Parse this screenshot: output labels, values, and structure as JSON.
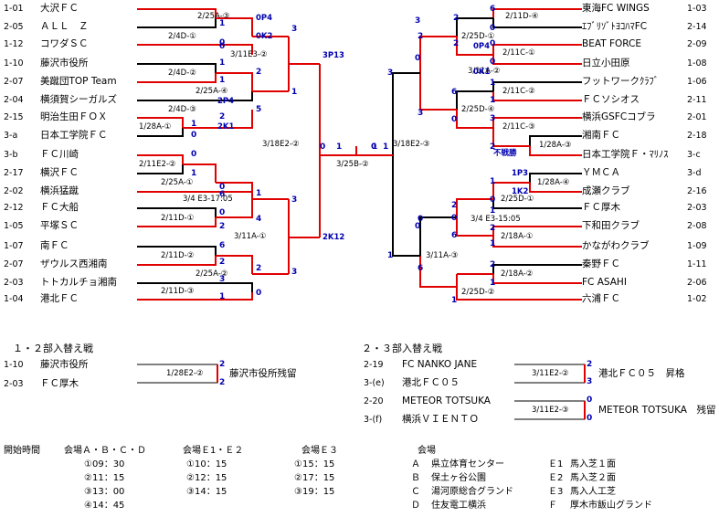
{
  "bracket_top": {
    "left_teams": [
      {
        "code": "1-01",
        "name": "大沢ＦＣ"
      },
      {
        "code": "2-05",
        "name": "ＡＬＬ　Ｚ"
      },
      {
        "code": "1-12",
        "name": "コワダＳＣ"
      },
      {
        "code": "1-10",
        "name": "藤沢市役所"
      },
      {
        "code": "2-07",
        "name": "美蹴団TOP Team"
      },
      {
        "code": "2-04",
        "name": "横須賀シーガルズ"
      },
      {
        "code": "2-15",
        "name": "明治生田ＦＯＸ"
      },
      {
        "code": "3-a",
        "name": "日本工学院ＦＣ"
      },
      {
        "code": "3-b",
        "name": "ＦＣ川崎"
      },
      {
        "code": "2-17",
        "name": "横沢ＦＣ"
      },
      {
        "code": "2-02",
        "name": "横浜猛蹴"
      },
      {
        "code": "2-12",
        "name": "ＦＣ大船"
      },
      {
        "code": "1-05",
        "name": "平塚ＳＣ"
      },
      {
        "code": "1-07",
        "name": "南ＦＣ"
      },
      {
        "code": "2-07",
        "name": "ザウルス西湘南"
      },
      {
        "code": "2-03",
        "name": "トトカルチョ湘南"
      },
      {
        "code": "1-04",
        "name": "港北ＦＣ"
      }
    ],
    "right_teams": [
      {
        "code": "1-03",
        "name": "東海FC WINGS"
      },
      {
        "code": "2-14",
        "name": "ｴﾌﾞﾘｿﾞﾄﾖｺﾊﾏFC"
      },
      {
        "code": "2-09",
        "name": "BEAT FORCE"
      },
      {
        "code": "1-08",
        "name": "日立小田原"
      },
      {
        "code": "1-06",
        "name": "フットワークｸﾗﾌﾞ"
      },
      {
        "code": "2-11",
        "name": "ＦＣソシオス"
      },
      {
        "code": "2-01",
        "name": "横浜GSFCコブラ"
      },
      {
        "code": "2-18",
        "name": "湘南ＦＣ"
      },
      {
        "code": "3-c",
        "name": "日本工学院Ｆ・ﾏﾘﾉｽ"
      },
      {
        "code": "3-d",
        "name": "ＹＭＣＡ"
      },
      {
        "code": "2-16",
        "name": "成瀬クラブ"
      },
      {
        "code": "2-03",
        "name": "ＦＣ厚木"
      },
      {
        "code": "2-08",
        "name": "下和田クラブ"
      },
      {
        "code": "1-09",
        "name": "かながわクラブ"
      },
      {
        "code": "1-11",
        "name": "秦野ＦＣ"
      },
      {
        "code": "2-06",
        "name": "FC ASAHI"
      },
      {
        "code": "1-02",
        "name": "六浦ＦＣ"
      }
    ],
    "match_notes": [
      "2/25A-③",
      "2/4D-①",
      "3/11E3-②",
      "2/4D-②",
      "2/25A-④",
      "2/4D-③",
      "1/28A-①",
      "3/18E2-②",
      "2/11E2-②",
      "2/25A-①",
      "3/4 E3-17:05",
      "2/11D-①",
      "3/11A-①",
      "2/11D-②",
      "2/25A-②",
      "2/11D-③",
      "3/25B-②",
      "3/18E2-③",
      "2/11D-④",
      "2/25D-①",
      "2/11C-①",
      "3/11A-②",
      "2/11C-②",
      "2/25D-④",
      "2/11C-③",
      "1/28A-③",
      "1/28A-④",
      "2/25D-①",
      "3/4 E3-15:05",
      "2/18A-①",
      "3/11A-③",
      "2/18A-②",
      "2/25D-②"
    ],
    "pk_tags": [
      "0P4",
      "0K2",
      "2P4",
      "2K1",
      "3P13",
      "2K12",
      "0K1",
      "0P4",
      "1P3",
      "1K2",
      "不戦勝"
    ],
    "scores_left": [
      "1",
      "0",
      "0",
      "1",
      "1",
      "2",
      "0",
      "1",
      "3",
      "5",
      "1",
      "2",
      "0",
      "1",
      "0",
      "6",
      "0",
      "2",
      "1",
      "4",
      "3",
      "6",
      "2",
      "3",
      "1",
      "2",
      "0",
      "3",
      "1",
      "1",
      "0"
    ],
    "scores_right": [
      "6",
      "0",
      "0",
      "0",
      "1",
      "1",
      "3",
      "2",
      "6",
      "0",
      "2",
      "3",
      "3",
      "1",
      "0",
      "1",
      "2",
      "1",
      "2",
      "6",
      "0",
      "2",
      "1",
      "1",
      "0",
      "6",
      "1",
      "2",
      "2",
      "3",
      "0",
      "0"
    ],
    "final_scores": [
      "1",
      "0"
    ]
  },
  "promo_12": {
    "title": "１・２部入替え戦",
    "team1": {
      "code": "1-10",
      "name": "藤沢市役所"
    },
    "team2": {
      "code": "2-03",
      "name": "ＦＣ厚木"
    },
    "match": "1/28E2-②",
    "score1": "2",
    "score2": "2",
    "result": "藤沢市役所残留"
  },
  "promo_23": {
    "title": "２・３部入替え戦",
    "teams": [
      {
        "code": "2-19",
        "name": "FC NANKO JANE"
      },
      {
        "code": "3-(e)",
        "name": "港北ＦＣ０５"
      },
      {
        "code": "2-20",
        "name": "METEOR TOTSUKA"
      },
      {
        "code": "3-(f)",
        "name": "横浜ＶＩＥＮＴＯ"
      }
    ],
    "matches": [
      "3/11E2-②",
      "3/11E2-③"
    ],
    "scores": [
      "2",
      "3",
      "0",
      "0"
    ],
    "results": [
      "港北ＦＣ０５　昇格",
      "METEOR TOTSUKA　残留"
    ]
  },
  "schedule": {
    "start_label": "開始時間",
    "headers": [
      "会場Ａ・Ｂ・Ｃ・Ｄ",
      "会場Ｅ1・Ｅ２",
      "会場Ｅ３"
    ],
    "col1": [
      "①09：30",
      "②11：15",
      "③13：00",
      "④14：45"
    ],
    "col2": [
      "①10：15",
      "②12：15",
      "③14：15"
    ],
    "col3": [
      "①15：15",
      "②17：15",
      "③19：15"
    ]
  },
  "venues": {
    "label": "会場",
    "list": [
      {
        "key": "Ａ",
        "name": "県立体育センター"
      },
      {
        "key": "Ｂ",
        "name": "保土ヶ谷公園"
      },
      {
        "key": "Ｃ",
        "name": "湯河原総合グランド"
      },
      {
        "key": "Ｄ",
        "name": "住友電工横浜"
      }
    ],
    "list2": [
      {
        "key": "Ｅ1",
        "name": "馬入芝１面"
      },
      {
        "key": "Ｅ2",
        "name": "馬入芝２面"
      },
      {
        "key": "Ｅ3",
        "name": "馬入人工芝"
      },
      {
        "key": "Ｆ",
        "name": "厚木市飯山グランド"
      }
    ]
  },
  "colors": {
    "line": "#e00000",
    "thin": "#000000",
    "score": "#0000b0"
  }
}
